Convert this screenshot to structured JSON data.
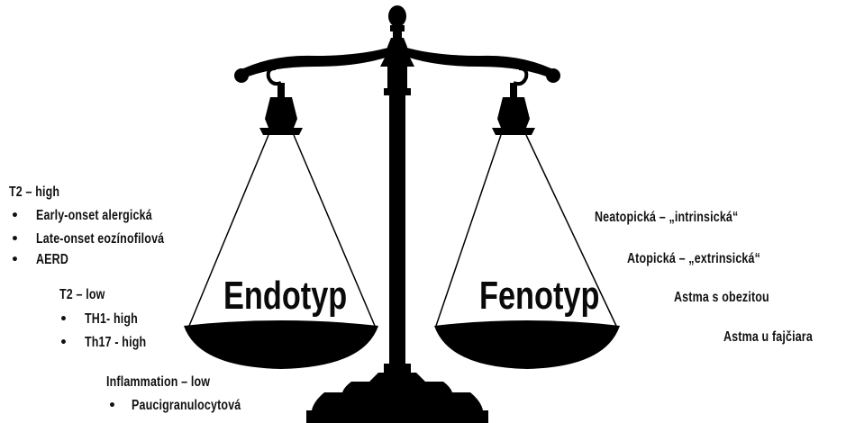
{
  "scale_labels": {
    "left": "Endotyp",
    "right": "Fenotyp"
  },
  "endotyp_groups": [
    {
      "heading": "T2 – high",
      "items": [
        "Early-onset alergická",
        "Late-onset eozínofilová",
        "AERD"
      ]
    },
    {
      "heading": "T2 – low",
      "items": [
        "TH1- high",
        "Th17 - high"
      ]
    },
    {
      "heading": "Inflammation – low",
      "items": [
        "Paucigranulocytová"
      ]
    }
  ],
  "fenotyp_items": [
    "Neatopická – „intrinsická“",
    "Atopická – „extrinsická“",
    "Astma s obezitou",
    "Astma u fajčiara"
  ],
  "colors": {
    "ink": "#000000",
    "text": "#111111",
    "background": "#ffffff"
  }
}
